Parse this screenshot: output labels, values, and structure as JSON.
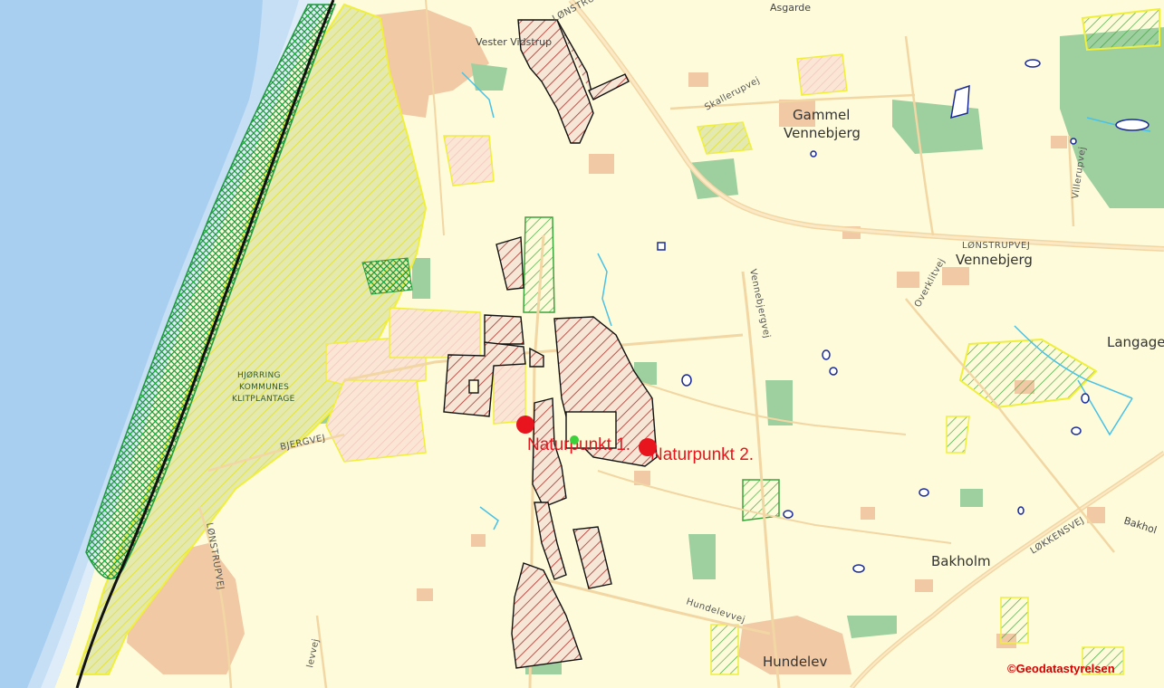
{
  "place_labels": {
    "asgarde": "Asgarde",
    "vester_vidstrup": "Vester Vidstrup",
    "gammel": "Gammel",
    "vennebjerg_gammel": "Vennebjerg",
    "vennebjerg": "Vennebjerg",
    "langage": "Langage",
    "bakholm": "Bakholm",
    "bakholm_edge": "Bakhol",
    "hundelev": "Hundelev",
    "plantage_line1": "HJØRRING",
    "plantage_line2": "KOMMUNES",
    "plantage_line3": "KLITPLANTAGE"
  },
  "road_labels": {
    "lonstrupvej_top": "LØNSTRUPVEJ",
    "skallerupvej": "Skallerupvej",
    "villerupvej": "Villerupvej",
    "lonstrupvej_right": "LØNSTRUPVEJ",
    "vennebjergvej": "Vennebjergvej",
    "overklitvej": "Overklitvej",
    "bjergvej": "BJERGVEJ",
    "lonstrupvej_bottom": "LØNSTRUPVEJ",
    "lokkensvej": "LØKKENSVEJ",
    "hundelevvej": "Hundelevvej",
    "vej_bottom": "levvej"
  },
  "markers": [
    {
      "label": "Naturpunkt 1.",
      "color": "#e8141e"
    },
    {
      "label": "Naturpunkt 2.",
      "color": "#e8141e"
    }
  ],
  "credit": "©Geodatastyrelsen",
  "colors": {
    "sea": "#a9cff0",
    "land": "#fdfbd9",
    "urban": "#f1c9a5",
    "forest": "#9ecf9e",
    "protected_yellow": "#f0ef3a",
    "protected_green": "#1e9a3c",
    "project_area": "#b0302a",
    "marker": "#e8141e"
  }
}
